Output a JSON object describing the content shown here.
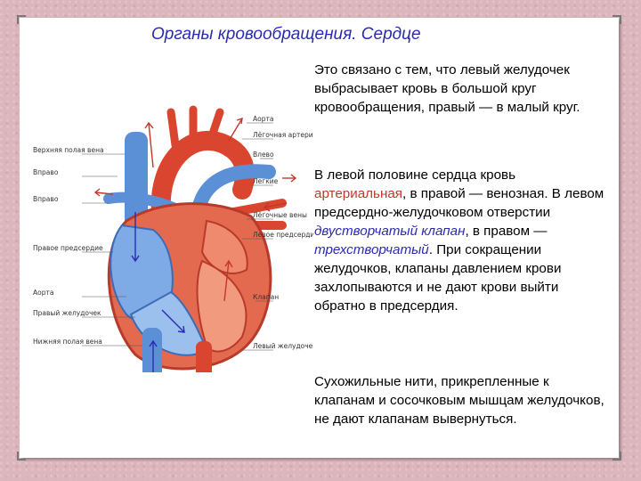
{
  "title": "Органы кровообращения. Сердце",
  "paragraph1": "Это связано с тем, что левый желудочек выбрасывает кровь в большой круг кровообращения, правый — в малый круг.",
  "paragraph2": {
    "part1": "В левой половине сердца кровь ",
    "term_arterial": "артериальная",
    "part2": ", в правой — венозная. В левом предсердно-желудочковом отверстии ",
    "term_bicuspid": "двустворчатый клапан",
    "part3": ", в правом — ",
    "term_tricuspid": "трехстворчатый",
    "part4": ". При сокращении желудочков, клапаны давлением крови захлопываются и не дают крови выйти обратно в предсердия."
  },
  "paragraph3": "Сухожильные нити, прикрепленные к клапанам и сосочковым мышцам желудочков, не дают клапанам вывернуться.",
  "diagram": {
    "labels_left": [
      "Верхняя полая вена",
      "Вправо",
      "Вправо",
      "Правое предсердие",
      "Аорта",
      "Правый желудочек",
      "Нижняя полая вена"
    ],
    "labels_right": [
      "Аорта",
      "Лёгочная артерия",
      "Влево",
      "Легкие",
      "Лёгочные вены",
      "Левое предсердие",
      "Клапан",
      "Левый желудочек"
    ]
  },
  "colors": {
    "title": "#2b2bb0",
    "artery_red": "#d9452e",
    "vein_blue": "#5b8fd6",
    "background": "#dcb6bc"
  }
}
